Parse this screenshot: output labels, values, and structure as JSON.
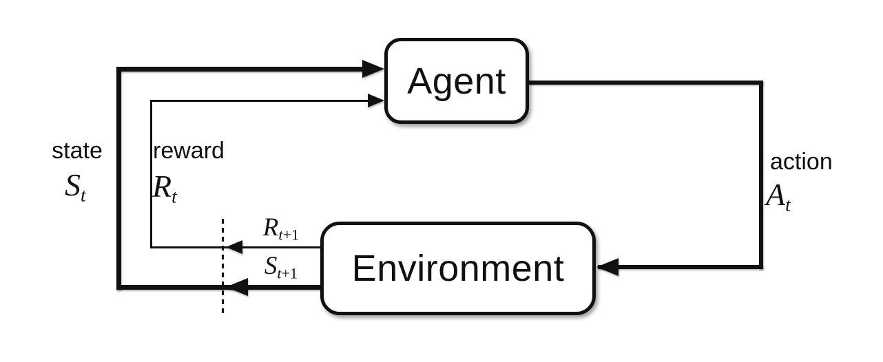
{
  "colors": {
    "ink": "#111111",
    "background": "#ffffff",
    "box_fill": "#ffffff"
  },
  "nodes": {
    "agent": {
      "label": "Agent"
    },
    "environment": {
      "label": "Environment"
    }
  },
  "edges": {
    "state": {
      "word": "state",
      "symbol": {
        "base": "S",
        "sub_it": "t",
        "sub_up": ""
      }
    },
    "reward": {
      "word": "reward",
      "symbol": {
        "base": "R",
        "sub_it": "t",
        "sub_up": ""
      }
    },
    "action": {
      "word": "action",
      "symbol": {
        "base": "A",
        "sub_it": "t",
        "sub_up": ""
      }
    },
    "next_reward": {
      "symbol": {
        "base": "R",
        "sub_it": "t",
        "sub_up": "+1"
      }
    },
    "next_state": {
      "symbol": {
        "base": "S",
        "sub_it": "t",
        "sub_up": "+1"
      }
    }
  }
}
